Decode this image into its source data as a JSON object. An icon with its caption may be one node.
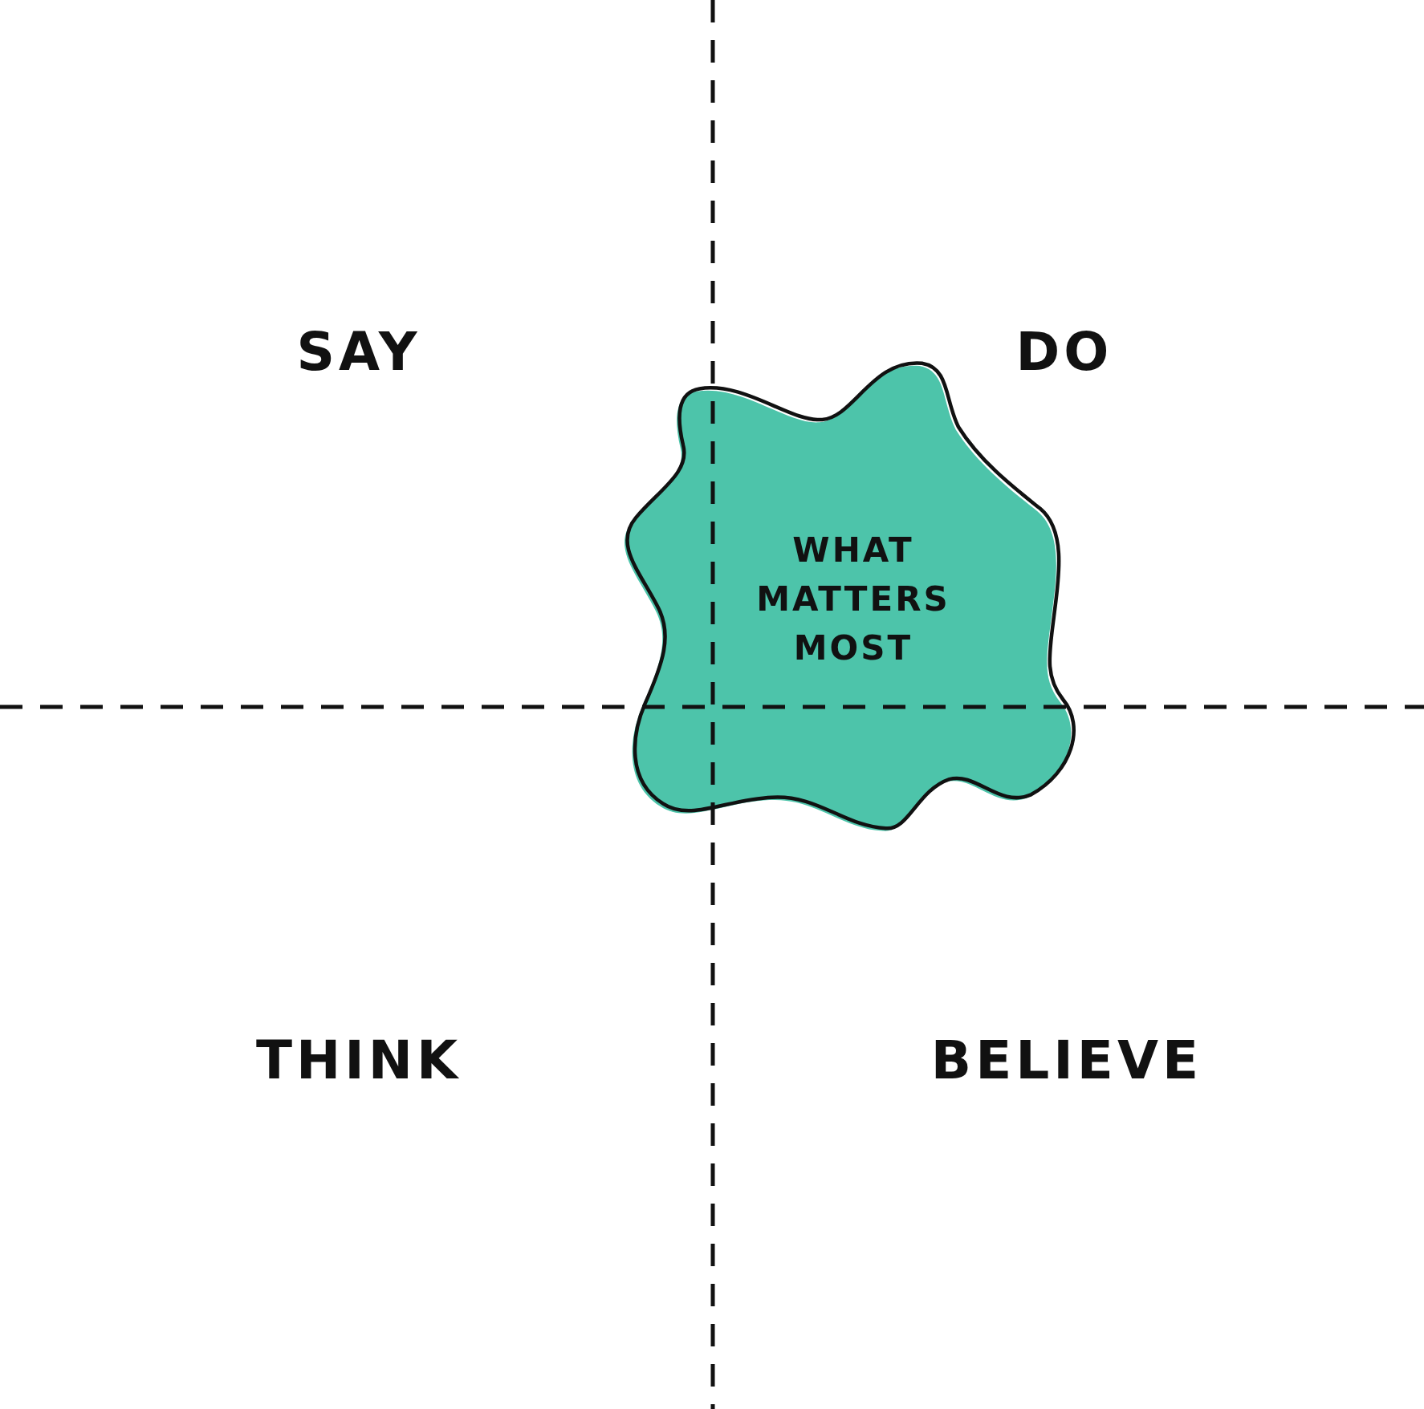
{
  "diagram": {
    "nodes": [
      {
        "text": [
          "WHAT MATTERS MOST"
        ]
      }
    ],
    "labels": [
      "SAY",
      "DO",
      "THINK",
      "BELIEVE"
    ]
  }
}
